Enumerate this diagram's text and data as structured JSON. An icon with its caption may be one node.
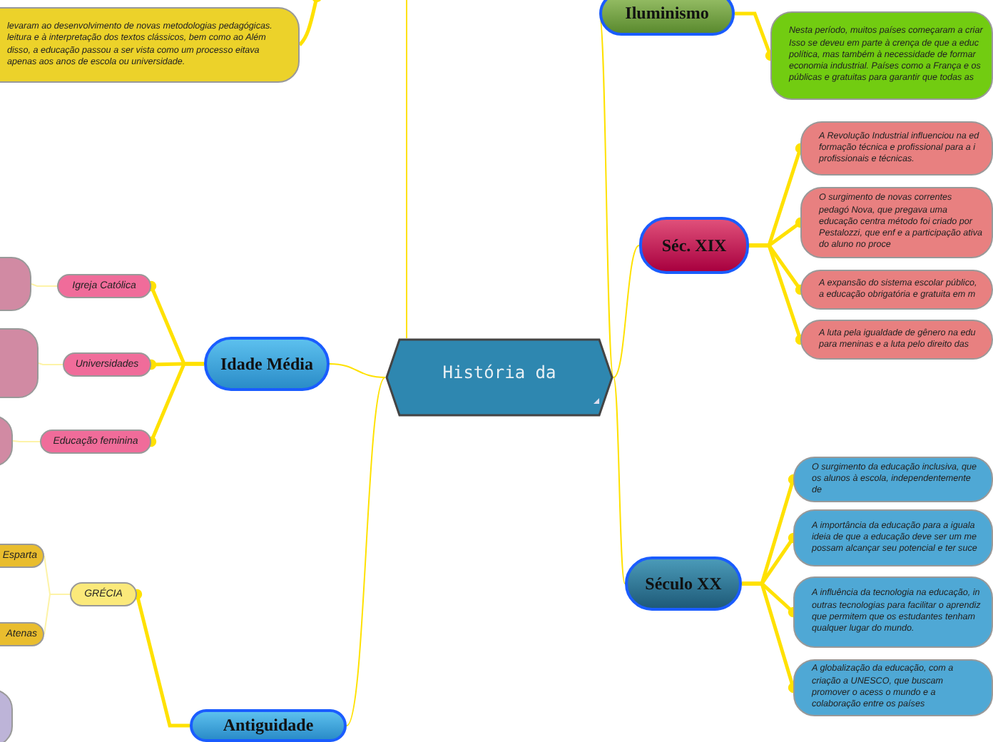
{
  "diagram": {
    "nodes": [
      {
        "text": [
          "História da"
        ]
      },
      {
        "text": [
          "Iluminismo"
        ]
      },
      {
        "text": [
          "Nesta período, muitos países começaram a criar Isso se deveu em parte à crença de que a educ política, mas também à necessidade de formar economia industrial. Países como a França e os públicas e gratuitas para garantir que todas as"
        ]
      },
      {
        "text": [
          "Séc. XIX"
        ]
      },
      {
        "text": [
          "A Revolução Industrial influenciou na ed formação técnica e profissional para a i profissionais e técnicas."
        ]
      },
      {
        "text": [
          "O surgimento de novas correntes pedagó Nova, que pregava uma educação centra método foi criado por Pestalozzi, que enf e a participação ativa do aluno no proce"
        ]
      },
      {
        "text": [
          "A expansão do sistema escolar público, a educação obrigatória e gratuita em m"
        ]
      },
      {
        "text": [
          "A luta pela igualdade de gênero na edu para meninas e a luta pelo direito das"
        ]
      },
      {
        "text": [
          "Século XX"
        ]
      },
      {
        "text": [
          "O surgimento da educação inclusiva, que os alunos à escola, independentemente de"
        ]
      },
      {
        "text": [
          "A importância da educação para a iguala ideia de que a educação deve ser um me possam alcançar seu potencial e ter suce"
        ]
      },
      {
        "text": [
          "A influência da tecnologia na educação, in outras tecnologias para facilitar o aprendiz que permitem que os estudantes tenham qualquer lugar do mundo."
        ]
      },
      {
        "text": [
          "A globalização da educação, com a criação a UNESCO, que buscam promover o acess o mundo e a colaboração entre os países"
        ]
      },
      {
        "text": [
          "Idade Média"
        ]
      },
      {
        "text": [
          "Igreja Católica"
        ]
      },
      {
        "text": [
          "Universidades"
        ]
      },
      {
        "text": [
          "Educação feminina"
        ]
      },
      {
        "text": [],
        "shape": "box"
      },
      {
        "text": [],
        "shape": "box"
      },
      {
        "text": [],
        "shape": "box"
      },
      {
        "text": [
          "levaram ao desenvolvimento de novas metodologias pedagógicas. leitura e à interpretação dos textos clássicos, bem como ao Além disso, a educação passou a ser vista como um processo eitava apenas aos anos de escola ou universidade."
        ]
      },
      {
        "text": [
          "Antiguidade"
        ]
      },
      {
        "text": [
          "GRÉCIA"
        ]
      },
      {
        "text": [
          "Esparta"
        ]
      },
      {
        "text": [
          "Atenas"
        ]
      },
      {
        "text": [],
        "shape": "box"
      }
    ],
    "edges": [
      {
        "from": 0,
        "to": 1,
        "arrow": "none"
      },
      {
        "from": 0,
        "to": 3,
        "arrow": "none"
      },
      {
        "from": 0,
        "to": 8,
        "arrow": "none"
      },
      {
        "from": 0,
        "to": 13,
        "arrow": "none"
      },
      {
        "from": 0,
        "to": 21,
        "arrow": "none"
      },
      {
        "from": 1,
        "to": 2,
        "arrow": "other"
      },
      {
        "from": 1,
        "to": null,
        "arrow": "none"
      },
      {
        "from": 3,
        "to": 4,
        "arrow": "other"
      },
      {
        "from": 3,
        "to": 5,
        "arrow": "other"
      },
      {
        "from": 3,
        "to": 6,
        "arrow": "other"
      },
      {
        "from": 3,
        "to": 7,
        "arrow": "other"
      },
      {
        "from": 8,
        "to": 9,
        "arrow": "other"
      },
      {
        "from": 8,
        "to": 10,
        "arrow": "other"
      },
      {
        "from": 8,
        "to": 11,
        "arrow": "other"
      },
      {
        "from": 8,
        "to": 12,
        "arrow": "other"
      },
      {
        "from": 13,
        "to": 14,
        "arrow": "other"
      },
      {
        "from": 13,
        "to": 15,
        "arrow": "other"
      },
      {
        "from": 13,
        "to": 16,
        "arrow": "other"
      },
      {
        "from": 14,
        "to": 17,
        "arrow": "none",
        "color": "#fdf3a8"
      },
      {
        "from": 15,
        "to": 18,
        "arrow": "none",
        "color": "#fdf3a8"
      },
      {
        "from": 16,
        "to": 19,
        "arrow": "none",
        "color": "#fdf3a8"
      },
      {
        "from": 21,
        "to": 22,
        "arrow": "other"
      },
      {
        "from": 22,
        "to": 23,
        "arrow": "none",
        "color": "#fdf3a8"
      },
      {
        "from": 22,
        "to": 24,
        "arrow": "none",
        "color": "#fdf3a8"
      },
      {
        "from": null,
        "to": 20,
        "arrow": "other"
      },
      {
        "from": 0,
        "to": null,
        "arrow": "none"
      }
    ]
  }
}
